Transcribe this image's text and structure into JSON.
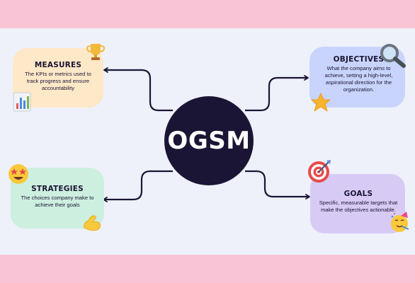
{
  "center": {
    "label": "OGSM"
  },
  "cards": {
    "measures": {
      "title": "MEASURES",
      "text": "The KPIs or metrics used to track progress and ensure accountability"
    },
    "objectives": {
      "title": "OBJECTIVES",
      "text": "What the company aims to achieve, setting a high-level, aspirational direction for the organization."
    },
    "strategies": {
      "title": "STRATEGIES",
      "text": "The choices company make to achieve their goals"
    },
    "goals": {
      "title": "GOALS",
      "text": "Specific, measurable targets that make the objectives actionable."
    }
  },
  "icons": {
    "measures": [
      "trophy-icon",
      "bar-chart-icon"
    ],
    "objectives": [
      "magnifier-icon",
      "star-icon"
    ],
    "strategies": [
      "star-struck-emoji-icon",
      "flexed-biceps-icon"
    ],
    "goals": [
      "target-icon",
      "party-face-icon"
    ]
  },
  "colors": {
    "background": "#f9c5d6",
    "panel": "#eff1fa",
    "center": "#1b1535",
    "measures": "#fde8c7",
    "objectives": "#c8d4fb",
    "strategies": "#cdefdf",
    "goals": "#d7cbf6"
  }
}
